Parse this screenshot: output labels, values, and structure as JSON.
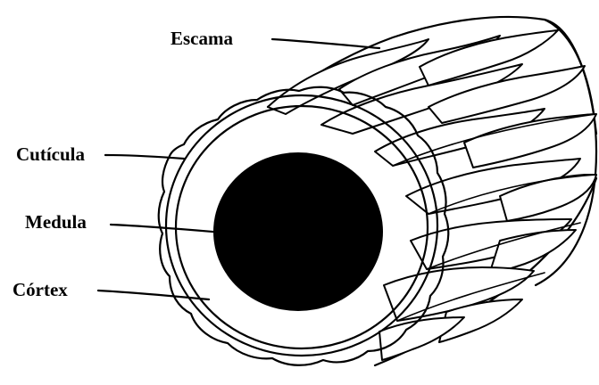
{
  "labels": {
    "scale": "Escama",
    "cuticle": "Cutícula",
    "medulla": "Medula",
    "cortex": "Córtex"
  },
  "colors": {
    "line": "#000000",
    "background": "#ffffff",
    "medulla_fill": "#000000"
  }
}
